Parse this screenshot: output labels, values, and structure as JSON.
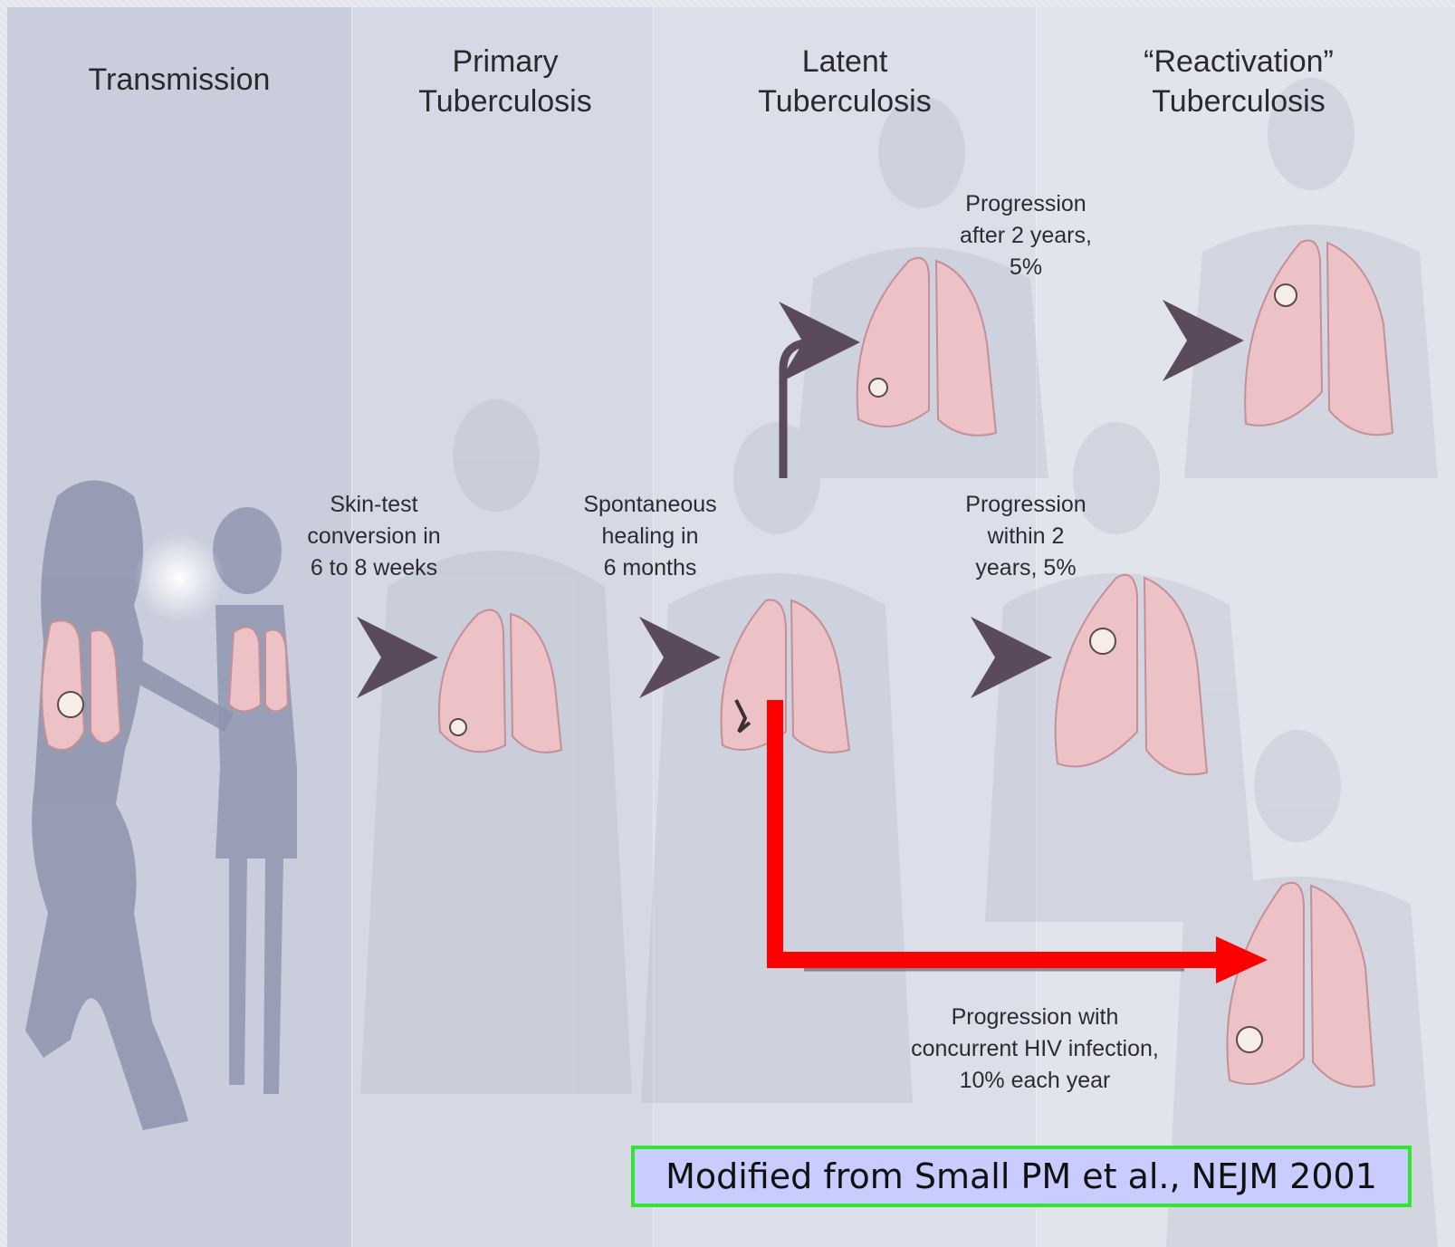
{
  "headers": {
    "transmission": "Transmission",
    "primary": [
      "Primary",
      "Tuberculosis"
    ],
    "latent": [
      "Latent",
      "Tuberculosis"
    ],
    "reactivation": [
      "“Reactivation”",
      "Tuberculosis"
    ]
  },
  "labels": {
    "skin_test": [
      "Skin-test",
      "conversion in",
      "6 to 8 weeks"
    ],
    "healing": [
      "Spontaneous",
      "healing in",
      "6 months"
    ],
    "progression_after": [
      "Progression",
      "after 2 years,",
      "5%"
    ],
    "progression_within": [
      "Progression",
      "within 2",
      "years, 5%"
    ],
    "progression_hiv": [
      "Progression with",
      "concurrent HIV infection,",
      "10% each year"
    ]
  },
  "credit": "Modified from Small PM et al., NEJM 2001",
  "colors": {
    "highlight_arrow": "#ff0000",
    "flow_arrow": "#5a4a5c",
    "lung_fill": "#ecc2c6",
    "credit_border": "#2ee82e",
    "credit_fill": "#c8ccff"
  }
}
